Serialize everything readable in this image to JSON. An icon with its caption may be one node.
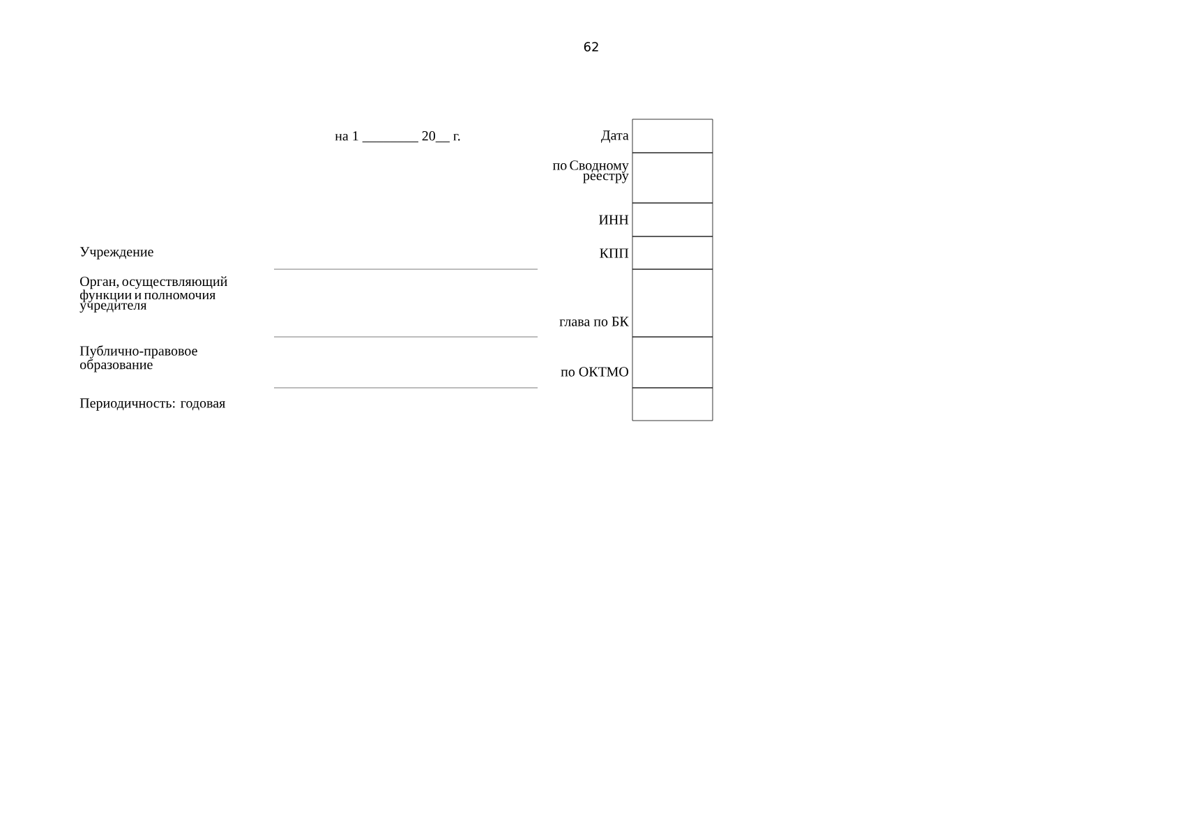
{
  "diagram": {
    "labels": [
      "62",
      "на 1 ________ 20__ г.",
      "Дата",
      "по Сводному реестру",
      "ИНН",
      "Учреждение",
      "КПП",
      "Орган, осуществляющий функции и полномочия учредителя",
      "глава по БК",
      "Публично-правовое образование",
      "по ОКТМО",
      "Периодичность: годовая"
    ]
  }
}
